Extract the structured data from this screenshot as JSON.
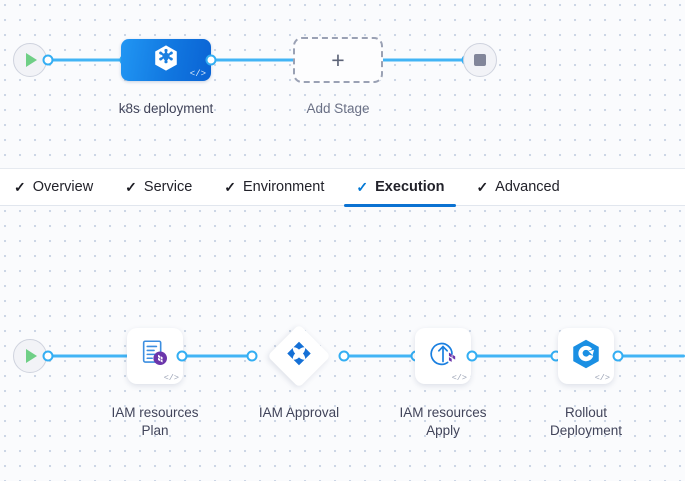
{
  "theme": {
    "canvas_bg": "#fafbfd",
    "grid_dot": "#c9d4e4",
    "edge_blue": "#42b4f5",
    "port_blue": "#33aef3",
    "accent_blue": "#0b72d2",
    "stage_gradient_from": "#2196f3",
    "stage_gradient_to": "#0a63d4",
    "caption_text": "#41445a",
    "muted_text": "#6a7085",
    "start_green": "#6fcf86",
    "stop_gray": "#82869a",
    "terraform_purple": "#7b42bc",
    "card_white": "#ffffff"
  },
  "stage_graph": {
    "start_node": {
      "name": "pipeline-start",
      "icon": "play-icon"
    },
    "end_node": {
      "name": "pipeline-stop",
      "icon": "stop-icon"
    },
    "stages": [
      {
        "label": "k8s deployment",
        "icon": "kubernetes-icon",
        "code_glyph": "</>"
      }
    ],
    "add_stage": {
      "label": "Add Stage",
      "icon": "plus-icon"
    }
  },
  "tabs": [
    {
      "label": "Overview",
      "tick": "✓",
      "active": false
    },
    {
      "label": "Service",
      "tick": "✓",
      "active": false
    },
    {
      "label": "Environment",
      "tick": "✓",
      "active": false
    },
    {
      "label": "Execution",
      "tick": "✓",
      "active": true
    },
    {
      "label": "Advanced",
      "tick": "✓",
      "active": false
    }
  ],
  "execution_graph": {
    "start_node": {
      "name": "execution-start",
      "icon": "play-icon"
    },
    "steps": [
      {
        "label": "IAM resources\nPlan",
        "icon": "terraform-plan-icon",
        "shape": "card",
        "code_glyph": "</>"
      },
      {
        "label": "IAM Approval",
        "icon": "approval-icon",
        "shape": "diamond",
        "code_glyph": ""
      },
      {
        "label": "IAM resources\nApply",
        "icon": "terraform-apply-icon",
        "shape": "card",
        "code_glyph": "</>"
      },
      {
        "label": "Rollout\nDeployment",
        "icon": "rollout-icon",
        "shape": "card",
        "code_glyph": "</>"
      }
    ]
  }
}
